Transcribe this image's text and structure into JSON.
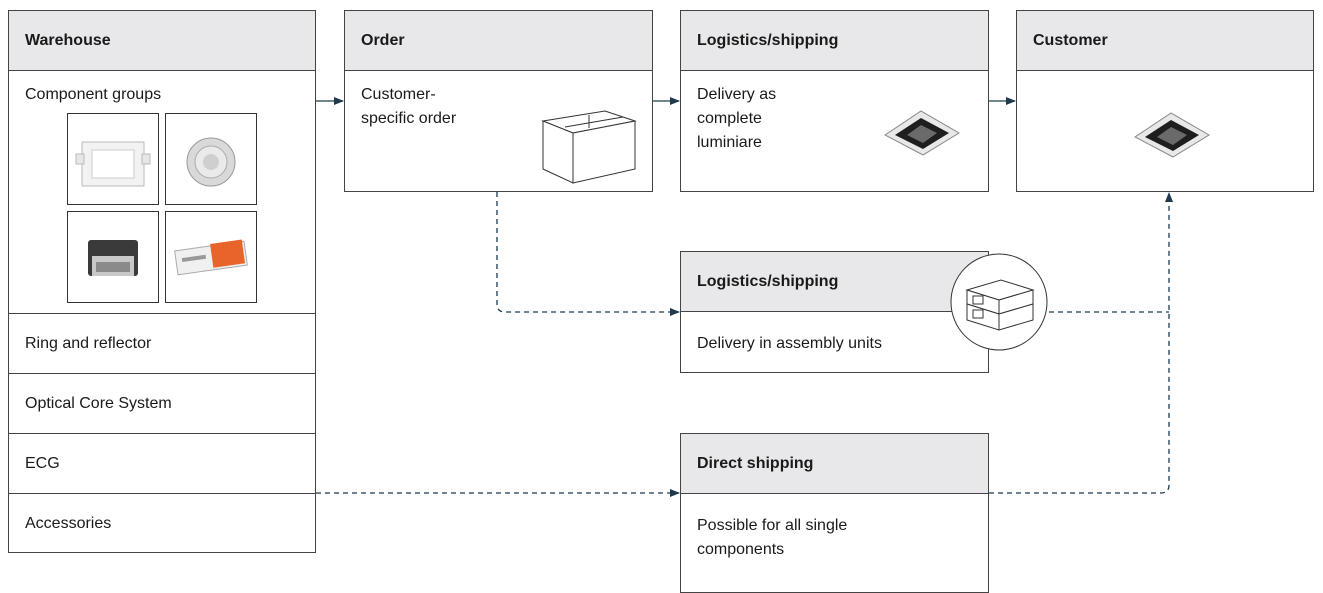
{
  "warehouse": {
    "title": "Warehouse",
    "component_groups": "Component groups",
    "rows": [
      "Ring and reflector",
      "Optical Core System",
      "ECG",
      "Accessories"
    ]
  },
  "order": {
    "title": "Order",
    "line1": "Customer-",
    "line2": "specific order"
  },
  "logistics_top": {
    "title": "Logistics/shipping",
    "line1": "Delivery as",
    "line2": "complete",
    "line3": "luminiare"
  },
  "customer": {
    "title": "Customer"
  },
  "logistics_mid": {
    "title": "Logistics/shipping",
    "body": "Delivery in assembly units"
  },
  "direct": {
    "title": "Direct shipping",
    "line1": "Possible for all single",
    "line2": "components"
  },
  "colors": {
    "header_bg": "#e8e8ea",
    "border": "#444444",
    "arrow": "#1f3a4d",
    "ecg_orange": "#e8642a"
  }
}
